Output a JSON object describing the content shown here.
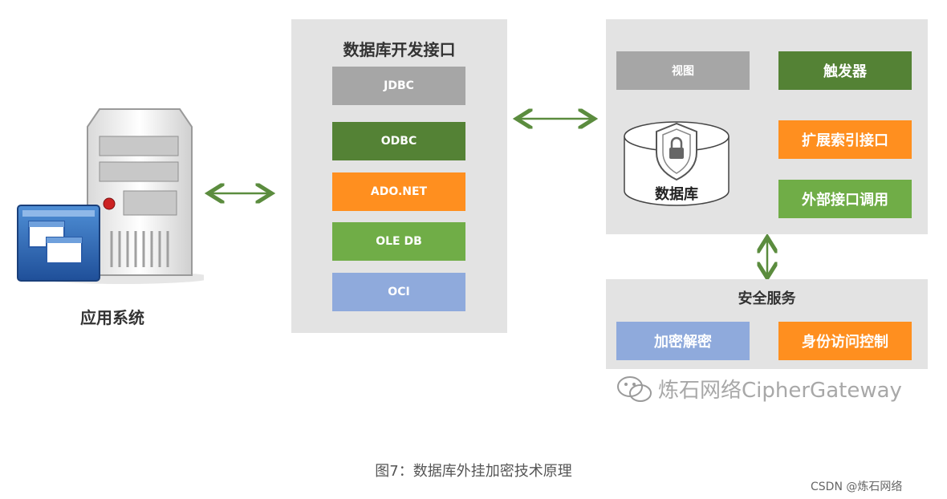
{
  "app": {
    "label": "应用系统"
  },
  "dev_panel": {
    "title": "数据库开发接口",
    "items": [
      "JDBC",
      "ODBC",
      "ADO.NET",
      "OLE DB",
      "OCI"
    ]
  },
  "db_panel": {
    "view": "视图",
    "trigger": "触发器",
    "index_ext": "扩展索引接口",
    "ext_call": "外部接口调用",
    "db_label": "数据库"
  },
  "security": {
    "title": "安全服务",
    "encrypt": "加密解密",
    "identity": "身份访问控制"
  },
  "watermark": "炼石网络CipherGateway",
  "caption": "图7：数据库外挂加密技术原理",
  "credit": "CSDN @炼石网络",
  "colors": {
    "gray": "#a6a6a6",
    "dark_green": "#548235",
    "orange": "#ff8f1f",
    "green": "#70ad47",
    "blue": "#8faadc",
    "panel": "#e3e3e3",
    "arrow": "#5b8c3e"
  }
}
